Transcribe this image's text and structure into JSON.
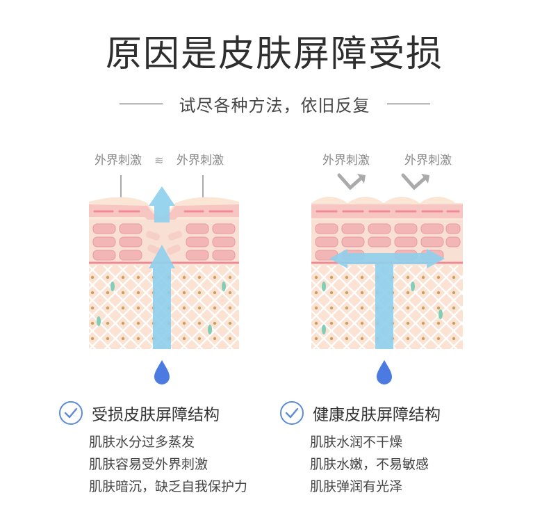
{
  "header": {
    "title": "原因是皮肤屏障受损",
    "subtitle": "试尽各种方法，依旧反复"
  },
  "diagrams": {
    "damaged": {
      "stimulus_labels": [
        "外界刺激",
        "外界刺激"
      ],
      "caption_title": "受损皮肤屏障结构",
      "points": [
        "肌肤水分过多蒸发",
        "肌肤容易受外界刺激",
        "肌肤暗沉，缺乏自我保护力"
      ]
    },
    "healthy": {
      "stimulus_labels": [
        "外界刺激",
        "外界刺激"
      ],
      "caption_title": "健康皮肤屏障结构",
      "points": [
        "肌肤水润不干燥",
        "肌肤水嫩，不易敏感",
        "肌肤弹润有光泽"
      ]
    }
  },
  "colors": {
    "skin_top": "#f9dcc9",
    "stratum": "#f7c6c2",
    "cell": "#f3b6b6",
    "dermis": "#fbe2d2",
    "water_arrow": "#8fd0ee",
    "drop": "#4b7be0",
    "check": "#5b8ad6"
  }
}
